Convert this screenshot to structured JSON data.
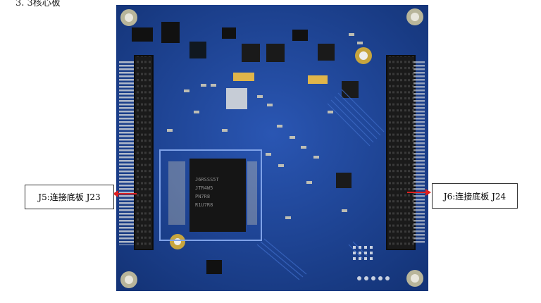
{
  "top_fragment": "3. 3核心板",
  "callouts": {
    "left": "J5:连接底板 J23",
    "right": "J6:连接底板 J24"
  },
  "board": {
    "chip_lines": [
      "J6RSSS5T",
      "JTR4W5",
      "PN7R8",
      "R1U7R8"
    ]
  },
  "colors": {
    "pcb": "#1b3f8f",
    "arrow": "#e02020"
  }
}
